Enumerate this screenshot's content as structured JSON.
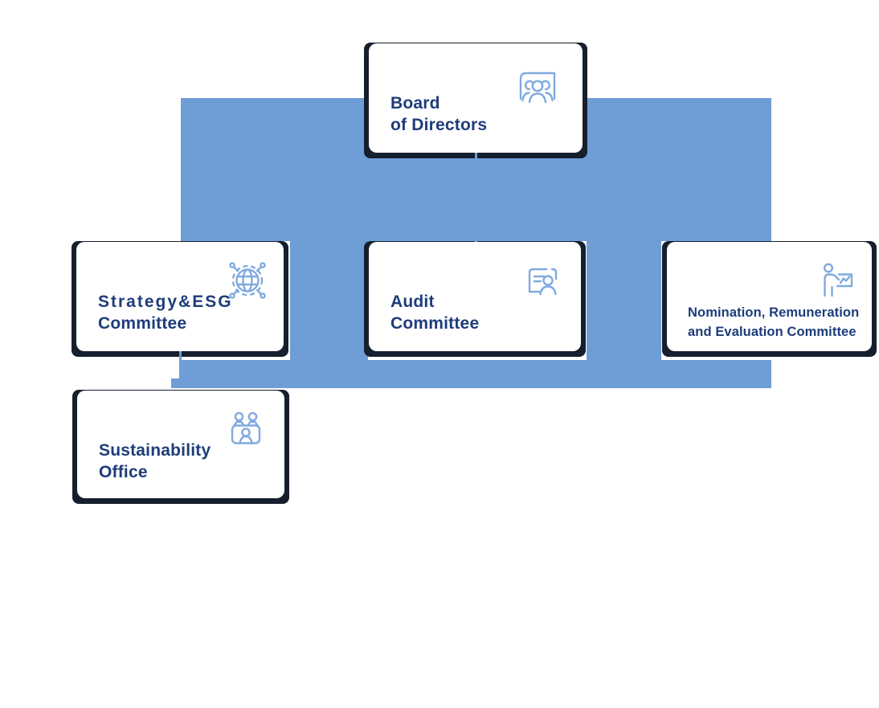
{
  "diagram": {
    "type": "org-chart",
    "colors": {
      "connector_blue": "#6f9dd6",
      "frame_dark_navy": "#151f2d",
      "card_background": "#ffffff",
      "title_text": "#1e3c7a",
      "icon_blue": "#80aadf"
    },
    "nodes": [
      {
        "id": "board",
        "lines": [
          "Board",
          "of Directors"
        ],
        "icon": "boardroom-people-icon",
        "reports_to": null
      },
      {
        "id": "strategy",
        "lines": [
          "Strategy&ESG",
          "Committee"
        ],
        "icon": "network-globe-icon",
        "reports_to": "board"
      },
      {
        "id": "audit",
        "lines": [
          "Audit",
          "Committee"
        ],
        "icon": "id-card-person-icon",
        "reports_to": "board"
      },
      {
        "id": "nomination",
        "lines": [
          "Nomination, Remuneration",
          "and Evaluation Committee"
        ],
        "icon": "presenter-chart-icon",
        "reports_to": "board"
      },
      {
        "id": "sustainability",
        "lines": [
          "Sustainability",
          "Office"
        ],
        "icon": "meeting-desk-icon",
        "reports_to": "strategy"
      }
    ]
  }
}
